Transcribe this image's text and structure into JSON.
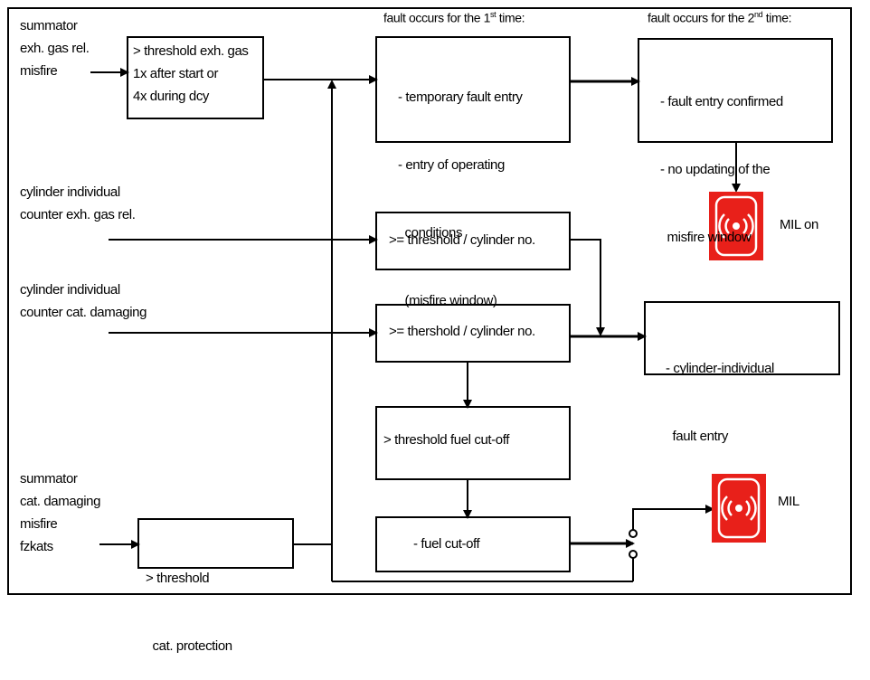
{
  "headers": {
    "first": {
      "pre": "fault occurs for the 1",
      "sup": "st",
      "post": " time:"
    },
    "second": {
      "pre": "fault occurs for the 2",
      "sup": "nd",
      "post": " time:"
    }
  },
  "inputs": {
    "summator_exh": [
      "summator",
      "exh. gas rel.",
      "misfire"
    ],
    "cyl_exh": [
      "cylinder individual",
      "counter exh. gas rel."
    ],
    "cyl_cat": [
      "cylinder individual",
      "counter cat. damaging"
    ],
    "summator_cat": [
      "summator",
      "cat. damaging",
      "misfire",
      "fzkats"
    ]
  },
  "boxes": {
    "threshold_exh": [
      "> threshold exh. gas",
      "1x after start or",
      "4x during dcy"
    ],
    "temp_fault": [
      "- temporary fault entry",
      "- entry of operating",
      "  conditions",
      "  (misfire window)"
    ],
    "fault_confirmed": [
      "- fault entry confirmed",
      "- no updating of the",
      "  misfire window"
    ],
    "ge_threshold_cyl": [
      ">= threshold / cylinder no."
    ],
    "ge_thershold_cyl": [
      ">= thershold / cylinder no."
    ],
    "cyl_fault_entry": [
      "- cylinder-individual",
      "  fault entry"
    ],
    "threshold_fuel": [
      "> threshold fuel cut-off"
    ],
    "fuel_cutoff": [
      "- fuel cut-off"
    ],
    "threshold_cat": [
      "> threshold",
      "  cat. protection"
    ]
  },
  "mil": {
    "upper_label": "MIL on",
    "lower_label": "MIL",
    "color": "#e8201a"
  },
  "colors": {
    "line": "#000000",
    "background": "#ffffff"
  }
}
